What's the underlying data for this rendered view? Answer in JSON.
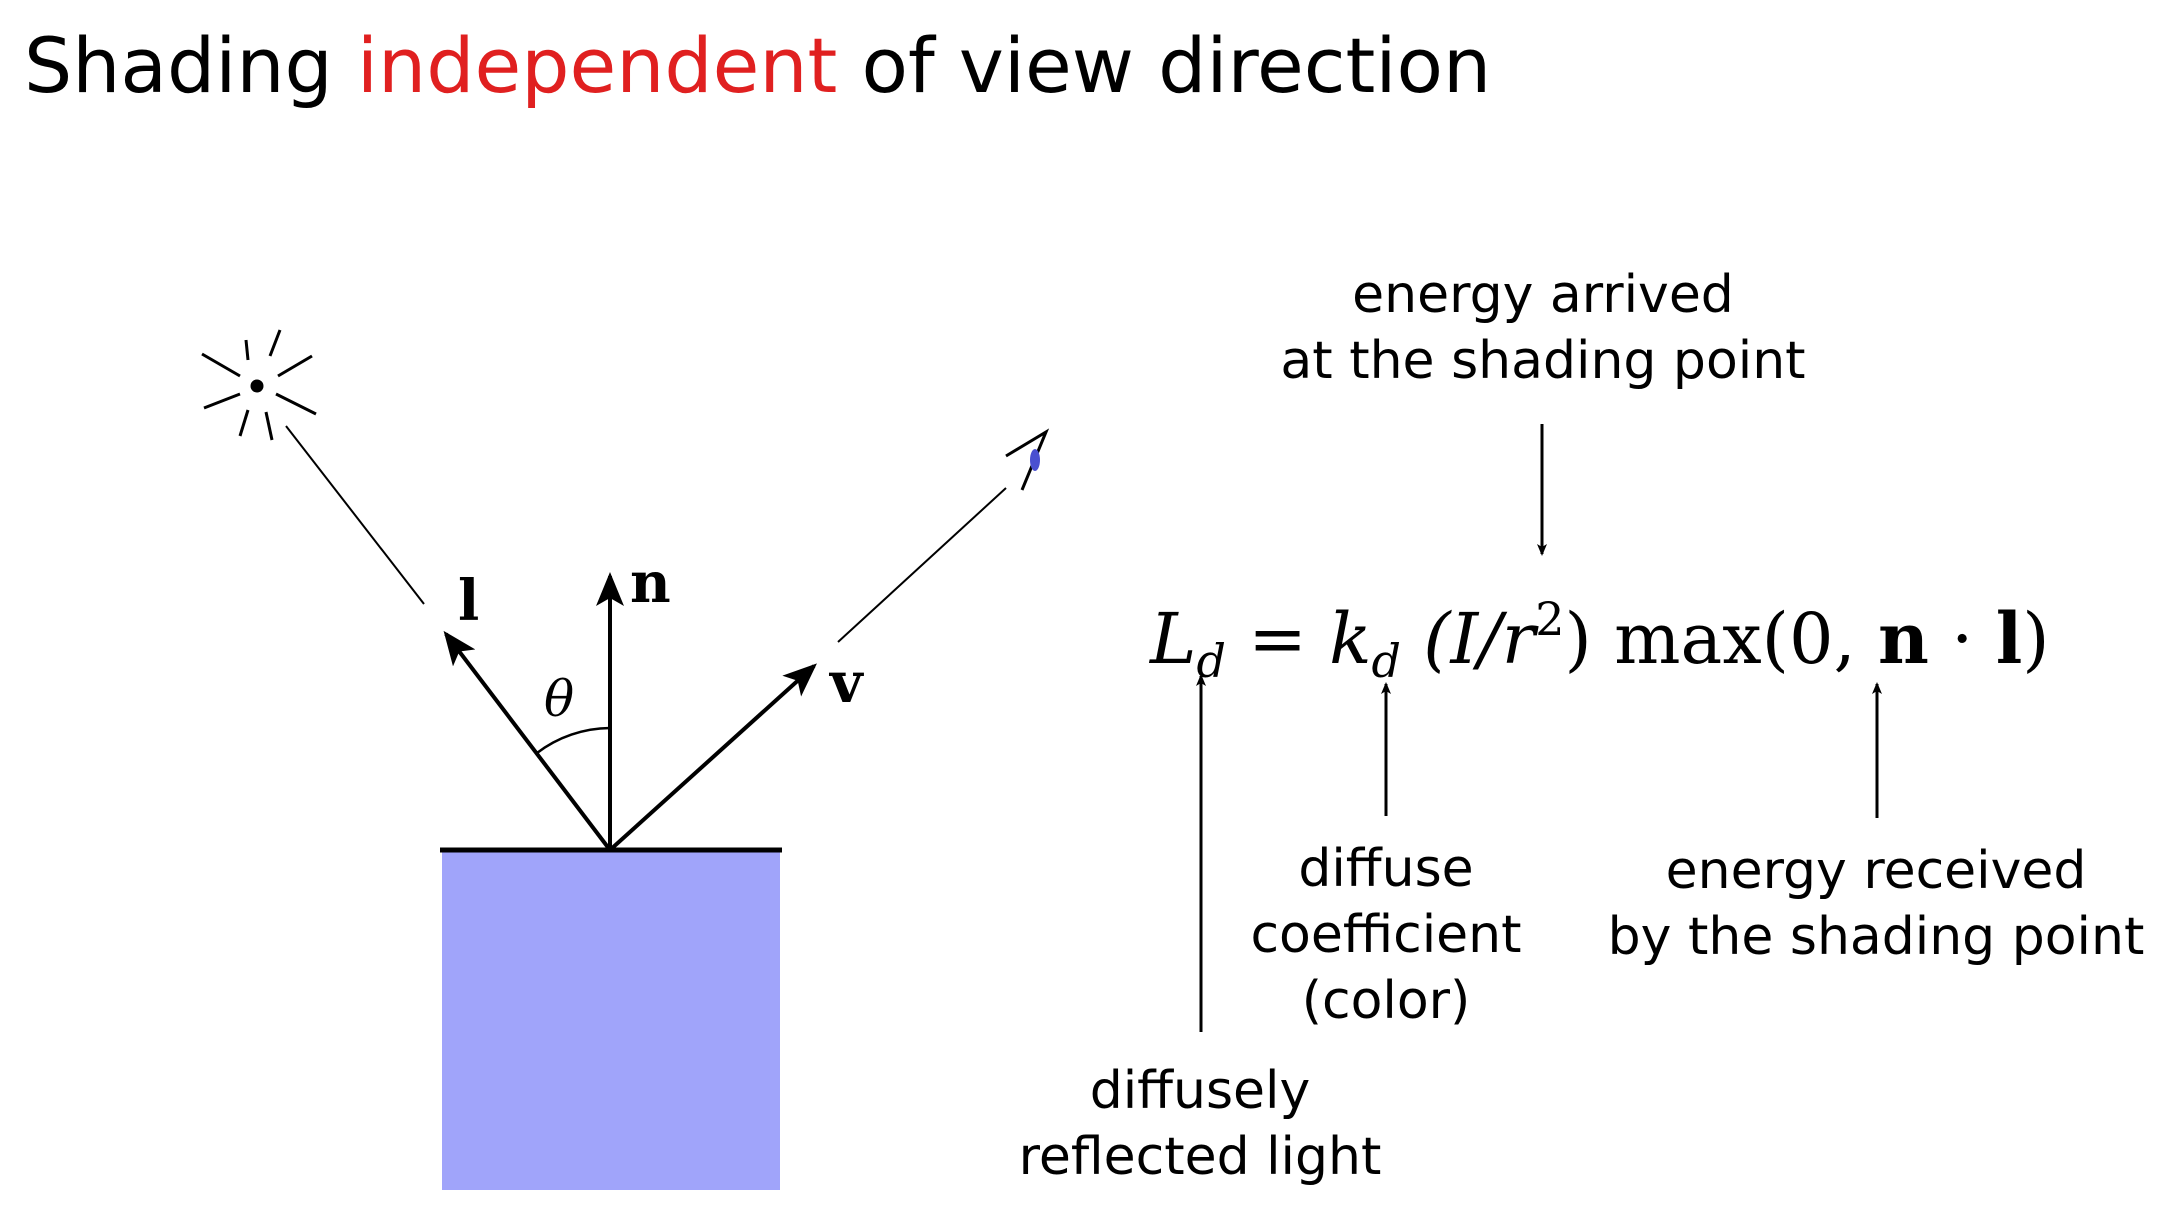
{
  "title": {
    "prefix": "Shading ",
    "highlight": "independent",
    "suffix": " of view direction"
  },
  "colors": {
    "highlight": "#e02020",
    "surface": "#a0a4fa",
    "eye": "#4a50d0"
  },
  "diagram": {
    "light_label": "l",
    "normal_label": "n",
    "view_label": "v",
    "angle_label": "θ"
  },
  "equation": {
    "L": "L",
    "L_sub": "d",
    "eq_sign": " = ",
    "k": "k",
    "k_sub": "d",
    "intensity_open": " (I/r",
    "intensity_exp": "2",
    "intensity_close": ")",
    "max_part": " max(0, ",
    "n": "n",
    "dot": " · ",
    "l": "l",
    "close": ")"
  },
  "annotations": {
    "top": [
      "energy arrived",
      "at the shading point"
    ],
    "diffusely": [
      "diffusely",
      "reflected light"
    ],
    "coefficient": [
      "diffuse",
      "coefficient",
      "(color)"
    ],
    "received": [
      "energy received",
      "by the shading point"
    ]
  }
}
